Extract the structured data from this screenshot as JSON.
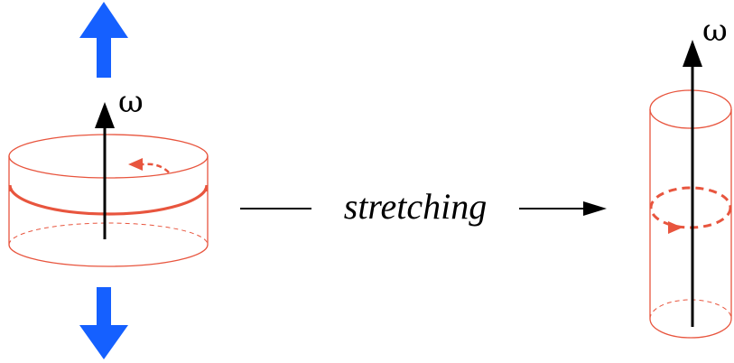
{
  "labels": {
    "omega_left": "ω",
    "omega_right": "ω",
    "process": "stretching"
  },
  "colors": {
    "cylinder": "#e8553e",
    "stretch_arrow": "#1560ff",
    "vorticity_axis": "#000000",
    "process_arrow": "#000000",
    "background": "#ffffff"
  },
  "icons": {
    "stretch_up": "arrow-up-icon",
    "stretch_down": "arrow-down-icon",
    "rotation": "circular-arrow-icon"
  }
}
